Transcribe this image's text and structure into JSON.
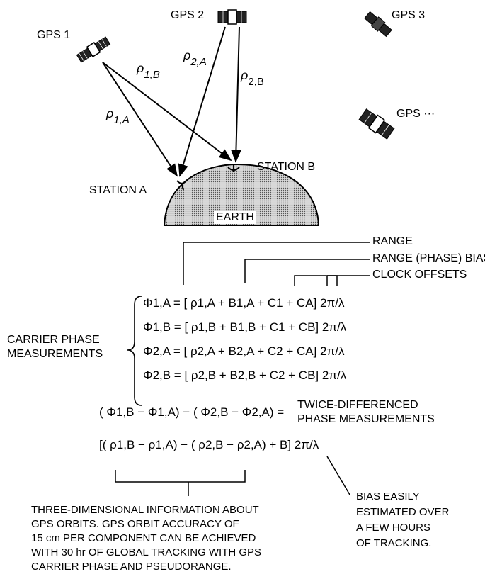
{
  "satellites": {
    "gps1": "GPS 1",
    "gps2": "GPS 2",
    "gps3": "GPS 3",
    "gpsn": "GPS ···"
  },
  "ranges": {
    "rho": "ρ",
    "r1B_sub": "1,B",
    "r2A_sub": "2,A",
    "r2B_sub": "2,B",
    "r1A_sub": "1,A"
  },
  "stations": {
    "a": "STATION A",
    "b": "STATION B"
  },
  "earth_label": "EARTH",
  "bracket_labels": {
    "range": "RANGE",
    "bias": "RANGE (PHASE) BIAS",
    "clock": "CLOCK OFFSETS"
  },
  "carrier_label": [
    "CARRIER PHASE",
    "MEASUREMENTS"
  ],
  "equations": [
    "Φ1,A = [ ρ1,A + B1,A + C1 + CA] 2π/λ",
    "Φ1,B = [ ρ1,B + B1,B + C1 + CB] 2π/λ",
    "Φ2,A = [ ρ2,A + B2,A + C2 + CA] 2π/λ",
    "Φ2,B = [ ρ2,B + B2,B + C2 + CB] 2π/λ"
  ],
  "twice_diff_lhs": "( Φ1,B − Φ1,A) − ( Φ2,B − Φ2,A) =",
  "twice_diff_label": [
    "TWICE-DIFFERENCED",
    "PHASE MEASUREMENTS"
  ],
  "double_diff_expr": "[( ρ1,B − ρ1,A) − ( ρ2,B − ρ2,A) + B] 2π/λ",
  "bias_note": [
    "BIAS EASILY",
    "ESTIMATED OVER",
    "A FEW HOURS",
    "OF TRACKING."
  ],
  "bottom_note": [
    "THREE-DIMENSIONAL INFORMATION ABOUT",
    "GPS ORBITS. GPS ORBIT ACCURACY OF",
    "15 cm PER COMPONENT CAN BE ACHIEVED",
    "WITH 30 hr OF GLOBAL TRACKING WITH GPS",
    "CARRIER PHASE AND PSEUDORANGE."
  ]
}
